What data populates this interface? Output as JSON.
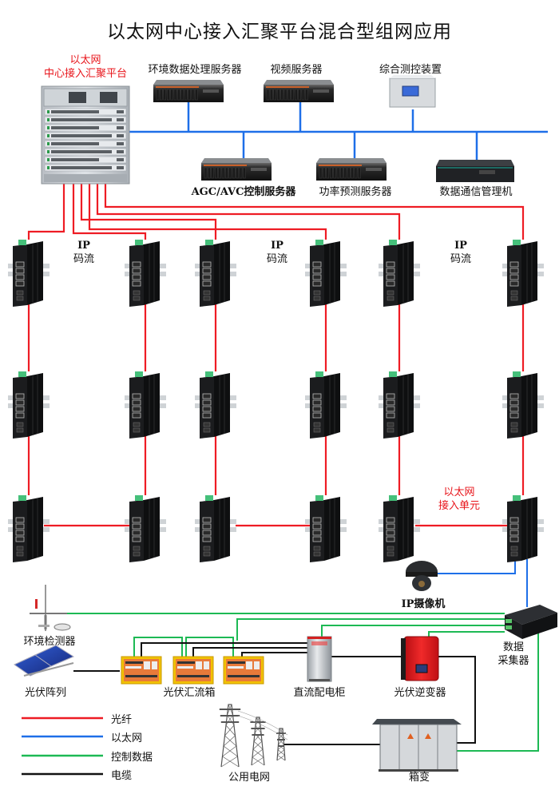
{
  "title": "以太网中心接入汇聚平台混合型组网应用",
  "colors": {
    "fiber": "#ee1c24",
    "ethernet": "#1e6fe8",
    "control_data": "#1db954",
    "cable": "#111111"
  },
  "core_switch": {
    "label_line1": "以太网",
    "label_line2": "中心接入汇聚平台"
  },
  "servers": {
    "env_data": "环境数据处理服务器",
    "video": "视频服务器",
    "integrated_ctrl": "综合测控装置",
    "agc_avc": "AGC/AVC控制服务器",
    "power_forecast": "功率预测服务器",
    "data_comm": "数据通信管理机"
  },
  "ip_stream": {
    "line1": "IP",
    "line2": "码流"
  },
  "access_unit": {
    "line1": "以太网",
    "line2": "接入单元"
  },
  "field_devices": {
    "ip_camera": "IP摄像机",
    "data_collector_line1": "数据",
    "data_collector_line2": "采集器",
    "env_monitor": "环境检测器",
    "pv_array": "光伏阵列",
    "pv_combiner": "光伏汇流箱",
    "dc_cabinet": "直流配电柜",
    "pv_inverter": "光伏逆变器",
    "public_grid": "公用电网",
    "box_transformer": "箱变"
  },
  "legend": [
    {
      "label": "光纤",
      "type": "fiber"
    },
    {
      "label": "以太网",
      "type": "ethernet"
    },
    {
      "label": "控制数据",
      "type": "control_data"
    },
    {
      "label": "电缆",
      "type": "cable"
    }
  ]
}
